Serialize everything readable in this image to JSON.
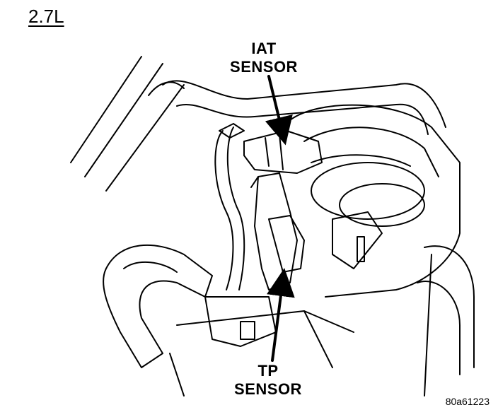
{
  "engine_label": "2.7L",
  "callouts": {
    "iat": [
      "IAT",
      "SENSOR"
    ],
    "tp": [
      "TP",
      "SENSOR"
    ]
  },
  "figure_id": "80a61223"
}
